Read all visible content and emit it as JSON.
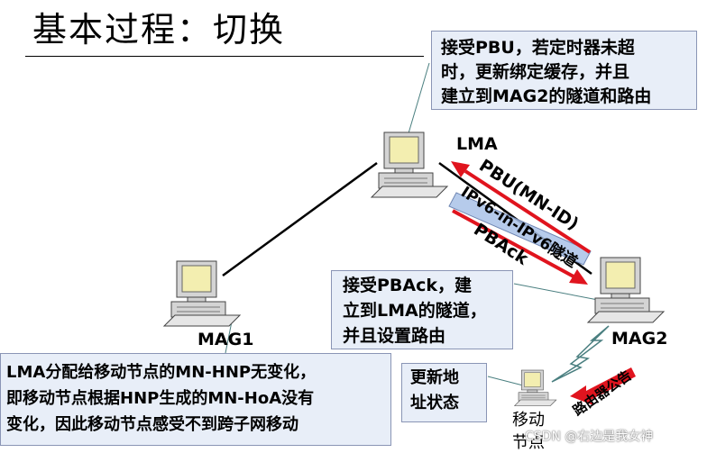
{
  "title": "基本过程：切换",
  "callouts": {
    "lma": [
      "接受PBU，若定时器未超",
      "时，更新绑定缓存，并且",
      "建立到MAG2的隧道和路由"
    ],
    "mag2": [
      "接受PBAck，建",
      "立到LMA的隧道，",
      "并且设置路由"
    ],
    "mag1": [
      "LMA分配给移动节点的MN-HNP无变化，",
      "即移动节点根据HNP生成的MN-HoA没有",
      "变化，因此移动节点感受不到跨子网移动"
    ],
    "mn": [
      "更新地",
      "址状态"
    ]
  },
  "nodes": {
    "lma": "LMA",
    "mag1": "MAG1",
    "mag2": "MAG2",
    "mn": [
      "移动",
      "节点"
    ]
  },
  "messages": {
    "pbu": "PBU(MN-ID)",
    "tunnel": "IPv6-in-IPv6隧道",
    "pback": "PBAck",
    "router_ad": "路由器公告"
  },
  "colors": {
    "callout_fill": "#e8eef8",
    "arrow_red": "#e0141e",
    "tunnel_fill": "#a9c2e8",
    "computer_beige": "#f3eeb0"
  },
  "icons": [
    "computer-icon",
    "wireless-signal-icon",
    "arrow-icon"
  ],
  "watermark": "CSDN @右边是我女神"
}
